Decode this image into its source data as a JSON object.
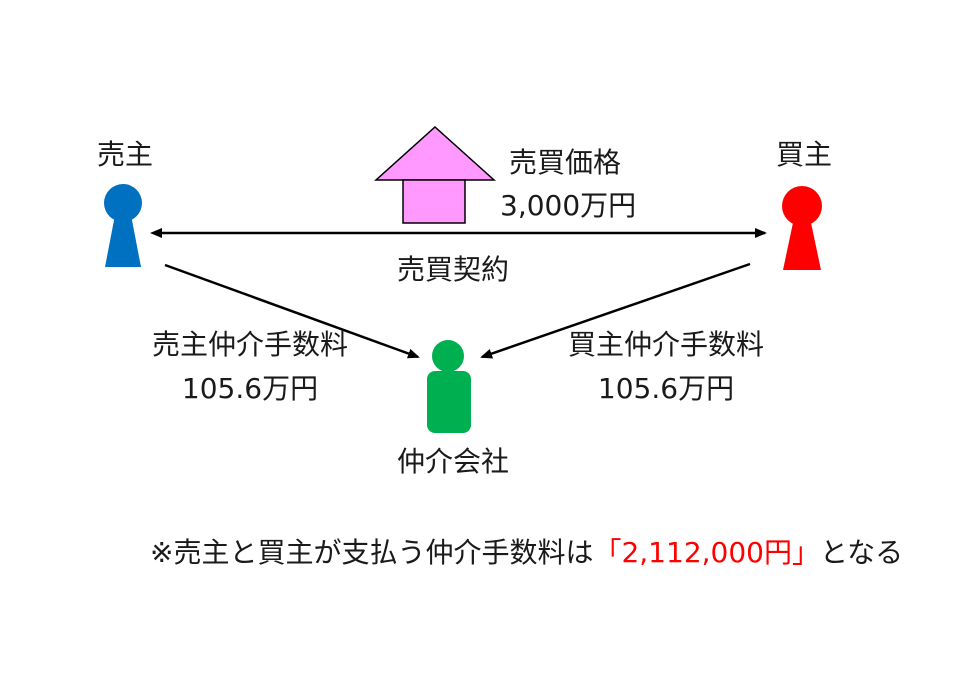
{
  "seller": {
    "label": "売主",
    "color": "#0070C0"
  },
  "buyer": {
    "label": "買主",
    "color": "#FF0000"
  },
  "agent": {
    "label": "仲介会社",
    "color": "#00B050"
  },
  "house": {
    "color": "#FF99FF"
  },
  "sale_price": {
    "label": "売買価格",
    "amount": "3,000万円"
  },
  "contract": {
    "label": "売買契約"
  },
  "seller_fee": {
    "label": "売主仲介手数料",
    "amount": "105.6万円"
  },
  "buyer_fee": {
    "label": "買主仲介手数料",
    "amount": "105.6万円"
  },
  "note": {
    "prefix": "※売主と買主が支払う仲介手数料は",
    "highlight": "「2,112,000円」",
    "suffix": "となる",
    "highlight_color": "#FF0000"
  },
  "arrow_color": "#000000"
}
